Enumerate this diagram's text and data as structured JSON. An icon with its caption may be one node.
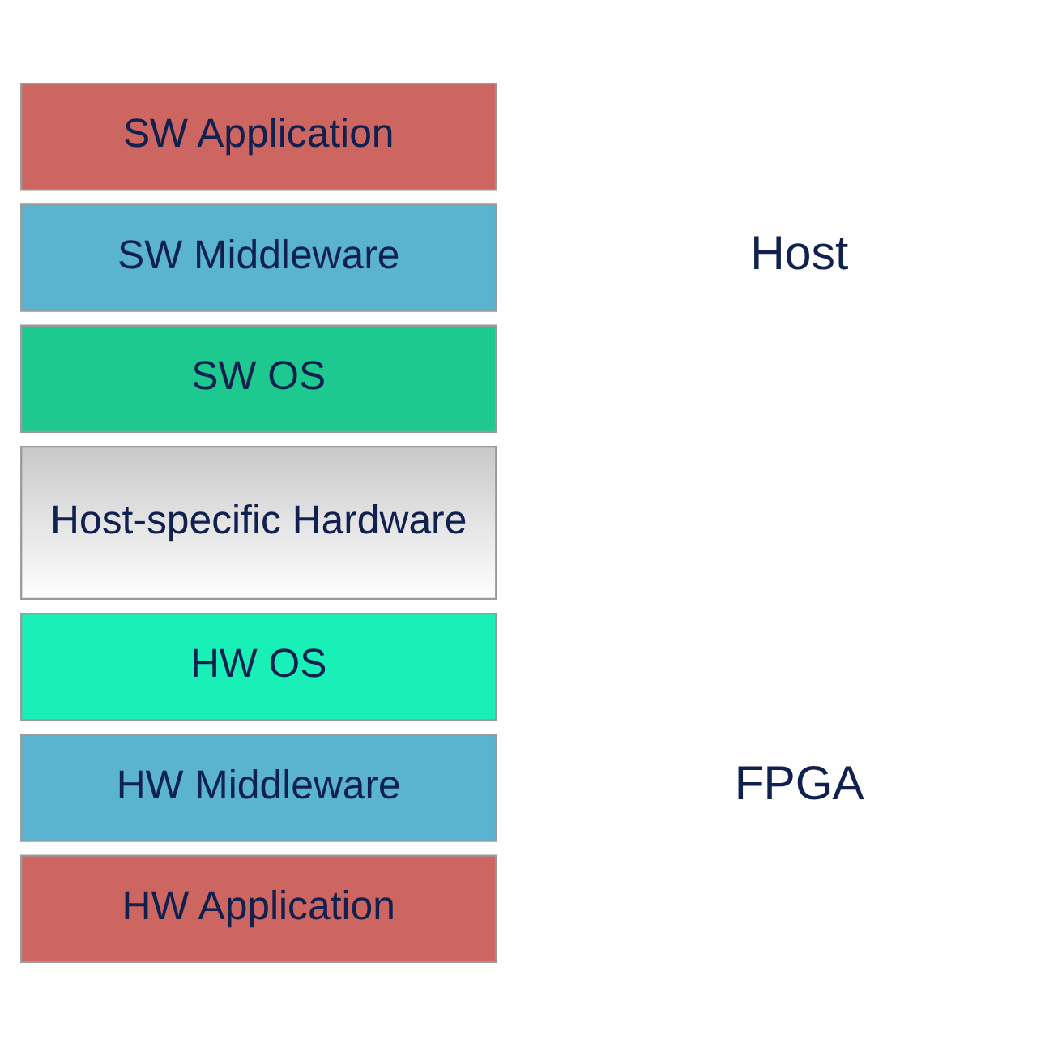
{
  "diagram": {
    "nodes": [
      {
        "text": [
          "SW Application"
        ]
      },
      {
        "text": [
          "SW Middleware"
        ]
      },
      {
        "text": [
          "SW OS"
        ]
      },
      {
        "text": [
          "Host-specific Hardware"
        ]
      },
      {
        "text": [
          "HW OS"
        ]
      },
      {
        "text": [
          "HW Middleware"
        ]
      },
      {
        "text": [
          "HW Application"
        ]
      }
    ],
    "labels": [
      "Host",
      "FPGA"
    ]
  }
}
